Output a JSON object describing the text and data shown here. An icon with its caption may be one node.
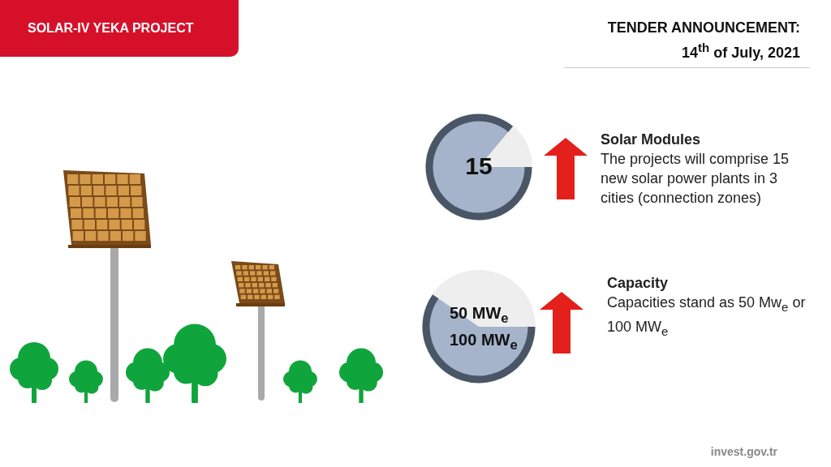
{
  "diagram": {
    "title": "SOLAR-IV YEKA PROJECT",
    "nodes": [
      {
        "text": [
          "15"
        ],
        "beside": [
          "Solar Modules",
          "The projects will comprise 15 new solar power plants in 3 cities (connection zones)"
        ]
      },
      {
        "text": [
          "50 MW$_{e}$ 100 MW$_{e}$"
        ],
        "beside": [
          "Capacity",
          "Capacities stand as 50 Mw$_{e}$ or 100 MW$_{e}$"
        ]
      }
    ],
    "edges": [],
    "labels": [
      "TENDER ANNOUNCEMENT:",
      "14$^{th}$ of July, 2021",
      "**invest**.gov.tr"
    ]
  }
}
